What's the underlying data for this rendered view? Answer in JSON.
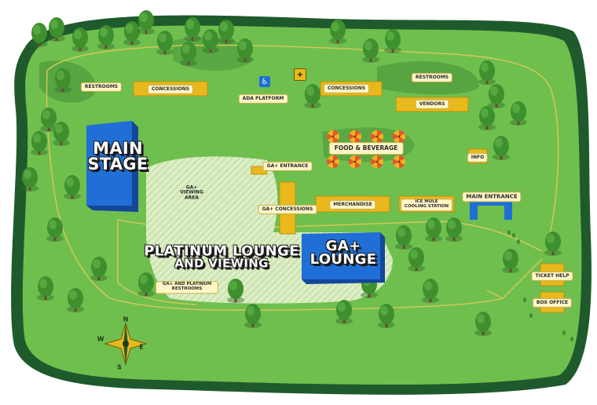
{
  "map": {
    "colors": {
      "border_dark": "#1f5a2c",
      "grass": "#6fbf4e",
      "grass_light": "#84cc5c",
      "shade": "#4c9a3c",
      "path": "#d8c85a",
      "stage_blue": "#1f6fd6",
      "booth_yellow": "#e8b81c",
      "tree_green": "#3e8f2e",
      "hatch": "#d9ecc4"
    },
    "stages": {
      "main_stage": {
        "line1": "MAIN",
        "line2": "STAGE"
      },
      "platinum_lounge": {
        "line1": "PLATINUM LOUNGE",
        "line2": "AND VIEWING"
      },
      "ga_lounge": {
        "line1": "GA+",
        "line2": "LOUNGE"
      }
    },
    "labels": {
      "restrooms_west": "RESTROOMS",
      "concessions_north": "CONCESSIONS",
      "ada_platform": "ADA PLATFORM",
      "concessions_center": "CONCESSIONS",
      "restrooms_east": "RESTROOMS",
      "vendors": "VENDORS",
      "food_beverage": "FOOD & BEVERAGE",
      "info": "INFO",
      "ga_entrance": "GA+ ENTRANCE",
      "ga_viewing_area": "GA+ VIEWING AREA",
      "ga_concessions": "GA+ CONCESSIONS",
      "merchandise": "MERCHANDISE",
      "ice_mule": "ICE MULE COOLING STATION",
      "main_entrance": "MAIN ENTRANCE",
      "ga_platinum_restrooms": "GA+ AND PLATINUM RESTROOMS",
      "ticket_help": "TICKET HELP",
      "box_office": "BOX OFFICE"
    },
    "icons": {
      "ada": "wheelchair-icon",
      "first_aid": "first-aid-icon"
    },
    "compass": {
      "n": "N",
      "e": "E",
      "s": "S",
      "w": "W"
    }
  }
}
